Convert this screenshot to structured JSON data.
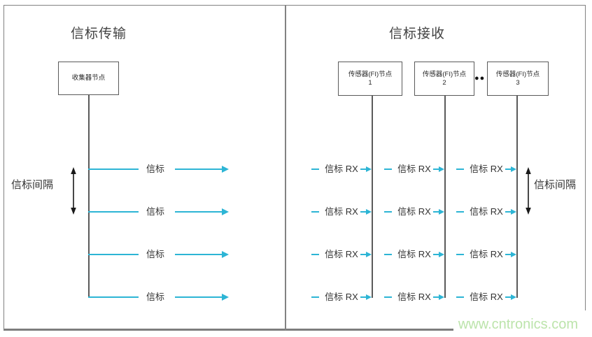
{
  "colors": {
    "accent": "#2db5d5",
    "line": "#5a5a5a",
    "frame": "#828282",
    "text": "#333333",
    "title": "#424242",
    "wm": "#bce4ab",
    "dots": "#141414"
  },
  "left_panel": {
    "title": "信标传输",
    "node_box_label": "收集器节点",
    "interval_label": "信标间隔",
    "beacon_rows": [
      "信标",
      "信标",
      "信标",
      "信标"
    ]
  },
  "right_panel": {
    "title": "信标接收",
    "nodes": [
      {
        "name": "传感器(FI)节点",
        "number": "1"
      },
      {
        "name": "传感器(FI)节点",
        "number": "2"
      },
      {
        "name": "传感器(FI)节点",
        "number": "3"
      }
    ],
    "ellipsis": "●●",
    "interval_label": "信标间隔",
    "rx_rows": [
      [
        "信标 RX",
        "信标 RX",
        "信标 RX"
      ],
      [
        "信标 RX",
        "信标 RX",
        "信标 RX"
      ],
      [
        "信标 RX",
        "信标 RX",
        "信标 RX"
      ],
      [
        "信标 RX",
        "信标 RX",
        "信标 RX"
      ]
    ]
  },
  "watermark": "www.cntronics.com"
}
